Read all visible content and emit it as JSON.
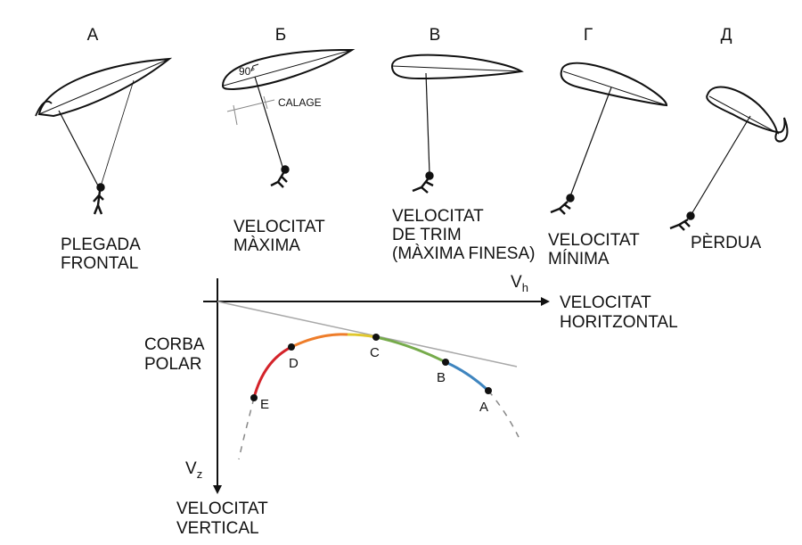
{
  "columns": [
    {
      "letter": "А",
      "lines": [
        "PLEGADA",
        "FRONTAL"
      ]
    },
    {
      "letter": "Б",
      "lines": [
        "VELOCITAT",
        "MÀXIMA"
      ]
    },
    {
      "letter": "В",
      "lines": [
        "VELOCITAT",
        "DE TRIM",
        "(MÀXIMA FINESA)"
      ]
    },
    {
      "letter": "Г",
      "lines": [
        "VELOCITAT",
        "MÍNIMA"
      ]
    },
    {
      "letter": "Д",
      "lines": [
        "PÈRDUA"
      ]
    }
  ],
  "angle_label": "90°",
  "calage_label": "CALAGE",
  "polar": {
    "title_lines": [
      "CORBA",
      "POLAR"
    ],
    "h_axis": {
      "symbol": "V",
      "subscript": "h",
      "lines": [
        "VELOCITAT",
        "HORITZONTAL"
      ]
    },
    "v_axis": {
      "symbol": "V",
      "subscript": "z",
      "lines": [
        "VELOCITAT",
        "VERTICAL"
      ]
    },
    "points": [
      "E",
      "D",
      "C",
      "B",
      "A"
    ]
  },
  "colors": {
    "red": "#d4232a",
    "orange": "#ee7d2a",
    "yellow": "#e0c72e",
    "green": "#76ab4b",
    "blue": "#3f85bf",
    "tangent": "#a8a8a8",
    "ink": "#111111"
  }
}
